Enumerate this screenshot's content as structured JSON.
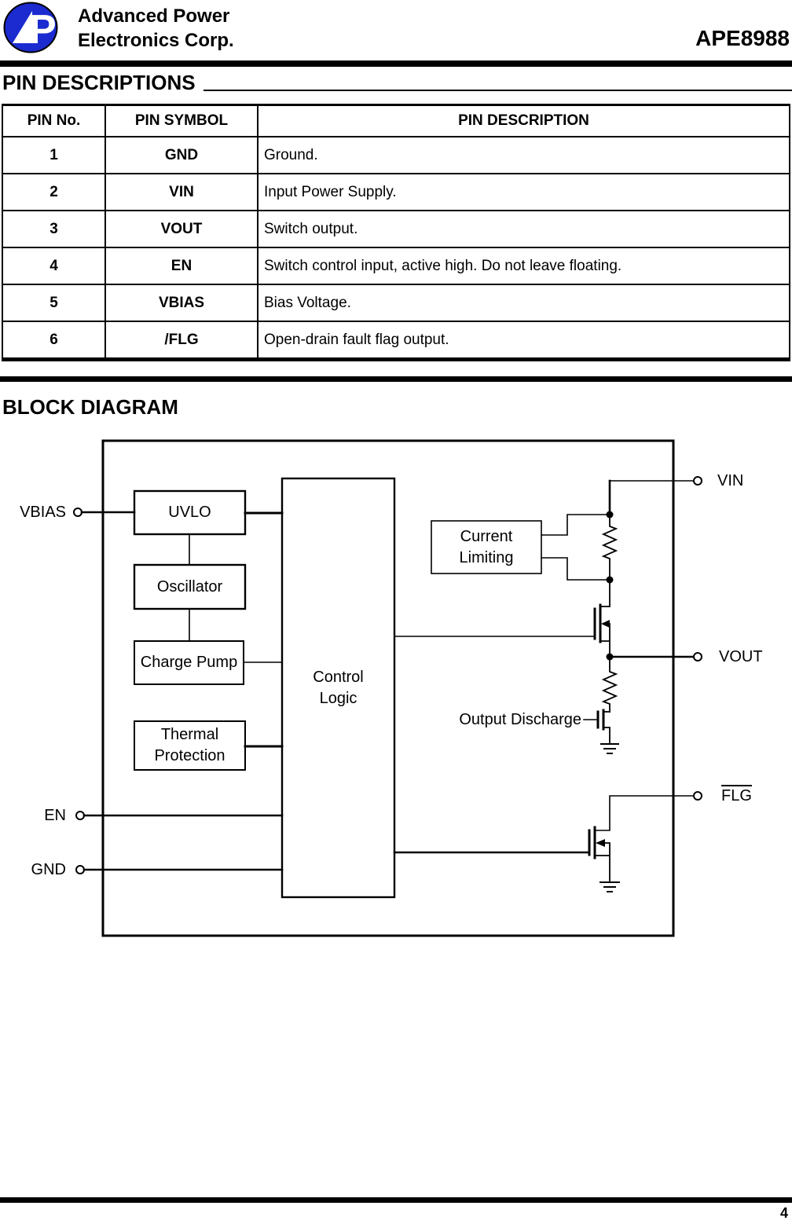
{
  "header": {
    "company_line1": "Advanced Power",
    "company_line2": "Electronics Corp.",
    "part_number": "APE8988",
    "logo_letter": "P"
  },
  "pin_descriptions": {
    "title": "PIN DESCRIPTIONS",
    "columns": [
      "PIN No.",
      "PIN SYMBOL",
      "PIN DESCRIPTION"
    ],
    "rows": [
      {
        "no": "1",
        "symbol": "GND",
        "description": "Ground."
      },
      {
        "no": "2",
        "symbol": "VIN",
        "description": "Input Power Supply."
      },
      {
        "no": "3",
        "symbol": "VOUT",
        "description": "Switch output."
      },
      {
        "no": "4",
        "symbol": "EN",
        "description": "Switch control input, active high. Do not leave floating."
      },
      {
        "no": "5",
        "symbol": "VBIAS",
        "description": "Bias Voltage."
      },
      {
        "no": "6",
        "symbol": "/FLG",
        "description": "Open-drain fault flag output."
      }
    ]
  },
  "block_diagram": {
    "title": "BLOCK DIAGRAM",
    "blocks": {
      "uvlo": "UVLO",
      "oscillator": "Oscillator",
      "charge_pump": "Charge Pump",
      "thermal_protection": "Thermal Protection",
      "control_logic": "Control Logic",
      "current_limiting": "Current Limiting",
      "output_discharge": "Output Discharge"
    },
    "terminals": {
      "vbias": "VBIAS",
      "en": "EN",
      "gnd": "GND",
      "vin": "VIN",
      "vout": "VOUT",
      "flg": "FLG"
    }
  },
  "footer": {
    "page_number": "4"
  },
  "colors": {
    "logo_blue": "#1b2bd0",
    "ink": "#000000"
  }
}
